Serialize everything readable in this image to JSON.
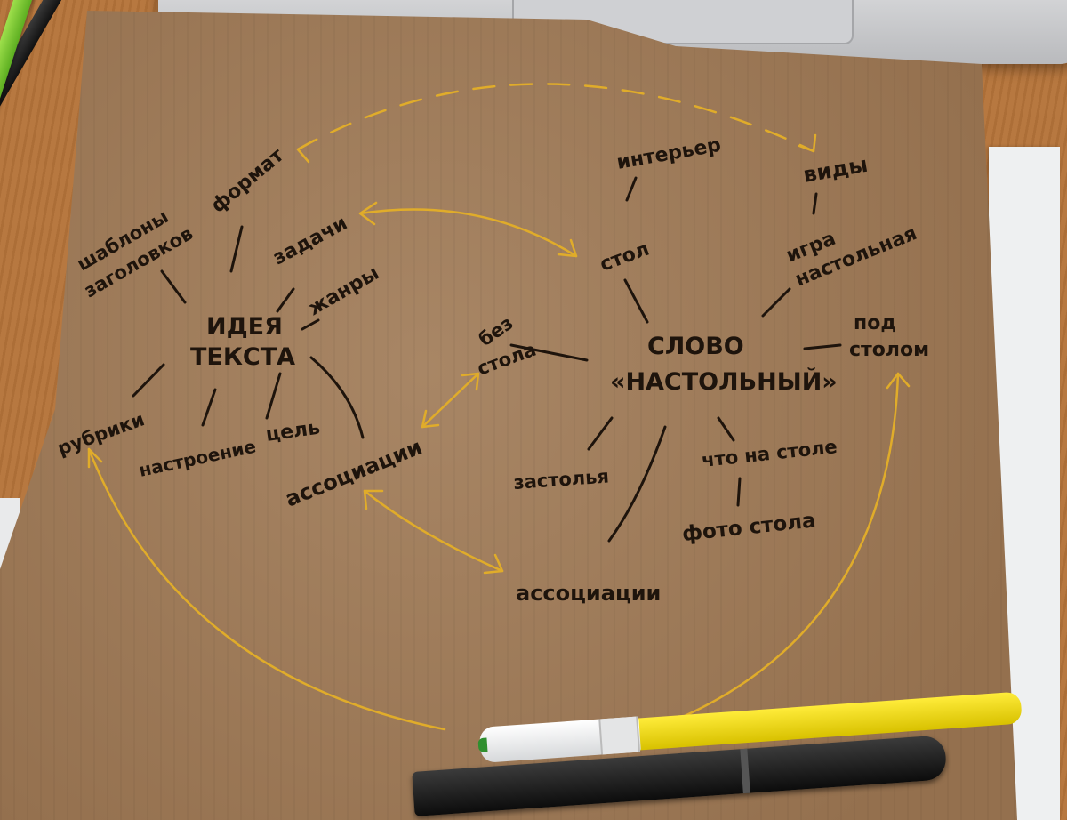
{
  "mindmap": {
    "left_center": [
      "ИДЕЯ",
      "ТЕКСТА"
    ],
    "left_nodes": {
      "templates": [
        "шаблоны",
        "заголовков"
      ],
      "format": "формат",
      "tasks": "задачи",
      "genres": "жанры",
      "rubrics": "рубрики",
      "mood": "настроение",
      "goal": "цель",
      "associations_left": "ассоциации"
    },
    "right_center": [
      "СЛОВО",
      "«НАСТОЛЬНЫЙ»"
    ],
    "right_nodes": {
      "table": "стол",
      "interior": "интерьер",
      "types": "виды",
      "board_game": [
        "игра",
        "настольная"
      ],
      "under_table": [
        "под",
        "столом"
      ],
      "without_table": [
        "без",
        "стола"
      ],
      "feasts": "застолья",
      "on_table": "что на столе",
      "table_photo": "фото стола",
      "associations_bottom": "ассоциации"
    }
  },
  "colors": {
    "ink": "#1e140c",
    "highlighter": "#e0ac2a",
    "cardboard": "#a88665"
  }
}
